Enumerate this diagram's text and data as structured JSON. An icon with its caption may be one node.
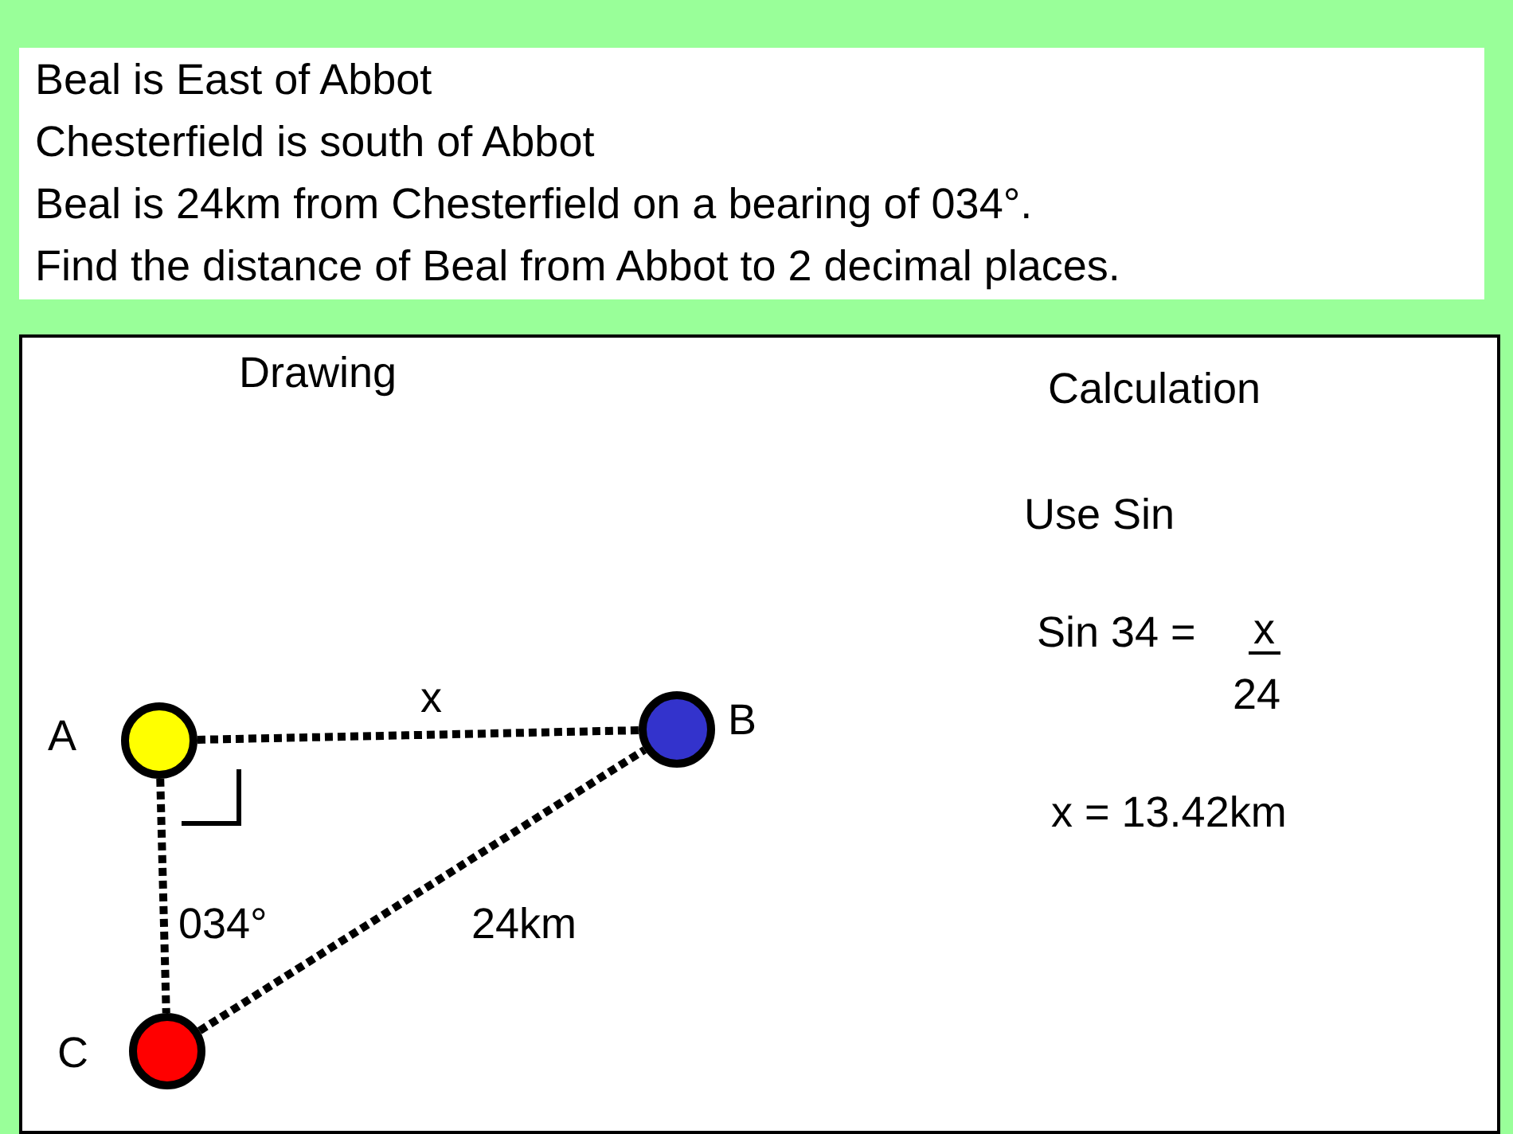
{
  "diagram": {
    "nodes": [
      {
        "text": [],
        "shape": "circle",
        "beside": [
          "A"
        ]
      },
      {
        "text": [],
        "shape": "circle",
        "beside": [
          "B"
        ]
      },
      {
        "text": [],
        "shape": "circle",
        "beside": [
          "C"
        ]
      }
    ],
    "edges": [
      {
        "from": 0,
        "to": 1,
        "arrow": "none",
        "style": "dashed",
        "label": "x"
      },
      {
        "from": 0,
        "to": 2,
        "arrow": "none",
        "style": "dashed",
        "label": "034°"
      },
      {
        "from": 2,
        "to": 1,
        "arrow": "none",
        "style": "dashed",
        "label": "24km"
      }
    ],
    "labels": [
      "Beal is East of Abbot",
      "Chesterfield is south of Abbot",
      "Beal is 24km from Chesterfield on a bearing of 034°.",
      "Find the distance of Beal from Abbot to 2 decimal places.",
      "Drawing",
      "Calculation",
      "Use Sin",
      "Sin 34 =",
      "x",
      "24",
      "x = 13.42km"
    ]
  }
}
